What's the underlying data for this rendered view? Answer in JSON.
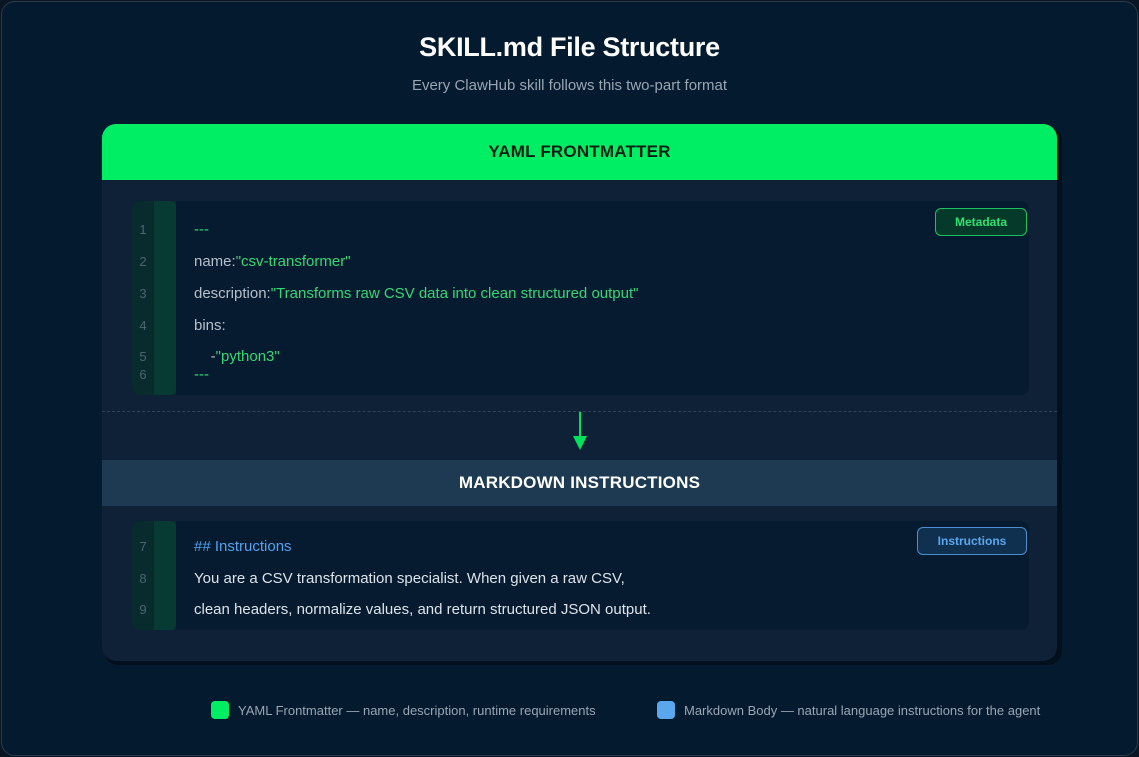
{
  "header": {
    "title": "SKILL.md File Structure",
    "subtitle": "Every ClawHub skill follows this two-part format"
  },
  "colors": {
    "frontmatter_accent": "#00ee64",
    "markdown_accent": "#5aa7ee",
    "background": "#041a2e",
    "card": "#0f2136"
  },
  "frontmatter": {
    "section_title": "YAML FRONTMATTER",
    "badge": "Metadata",
    "lines": [
      {
        "no": "1",
        "key": "",
        "value": "---"
      },
      {
        "no": "2",
        "key": "name:",
        "value": "\"csv-transformer\""
      },
      {
        "no": "3",
        "key": "description:",
        "value": "\"Transforms raw CSV data into clean structured output\""
      },
      {
        "no": "4",
        "key": "bins:",
        "value": ""
      },
      {
        "no": "5",
        "key": "    -",
        "value": "\"python3\""
      },
      {
        "no": "6",
        "key": "",
        "value": "---"
      }
    ]
  },
  "flow_arrow": "arrow-down-icon",
  "markdown": {
    "section_title": "MARKDOWN INSTRUCTIONS",
    "badge": "Instructions",
    "lines": [
      {
        "no": "7",
        "text": "## Instructions"
      },
      {
        "no": "8",
        "text": "You are a CSV transformation specialist. When given a raw CSV,"
      },
      {
        "no": "9",
        "text": "clean headers, normalize values, and return structured JSON output."
      }
    ]
  },
  "legend": [
    {
      "color": "#00ee64",
      "label": "YAML Frontmatter — name, description, runtime requirements"
    },
    {
      "color": "#5aa7ee",
      "label": "Markdown Body — natural language instructions for the agent"
    }
  ]
}
